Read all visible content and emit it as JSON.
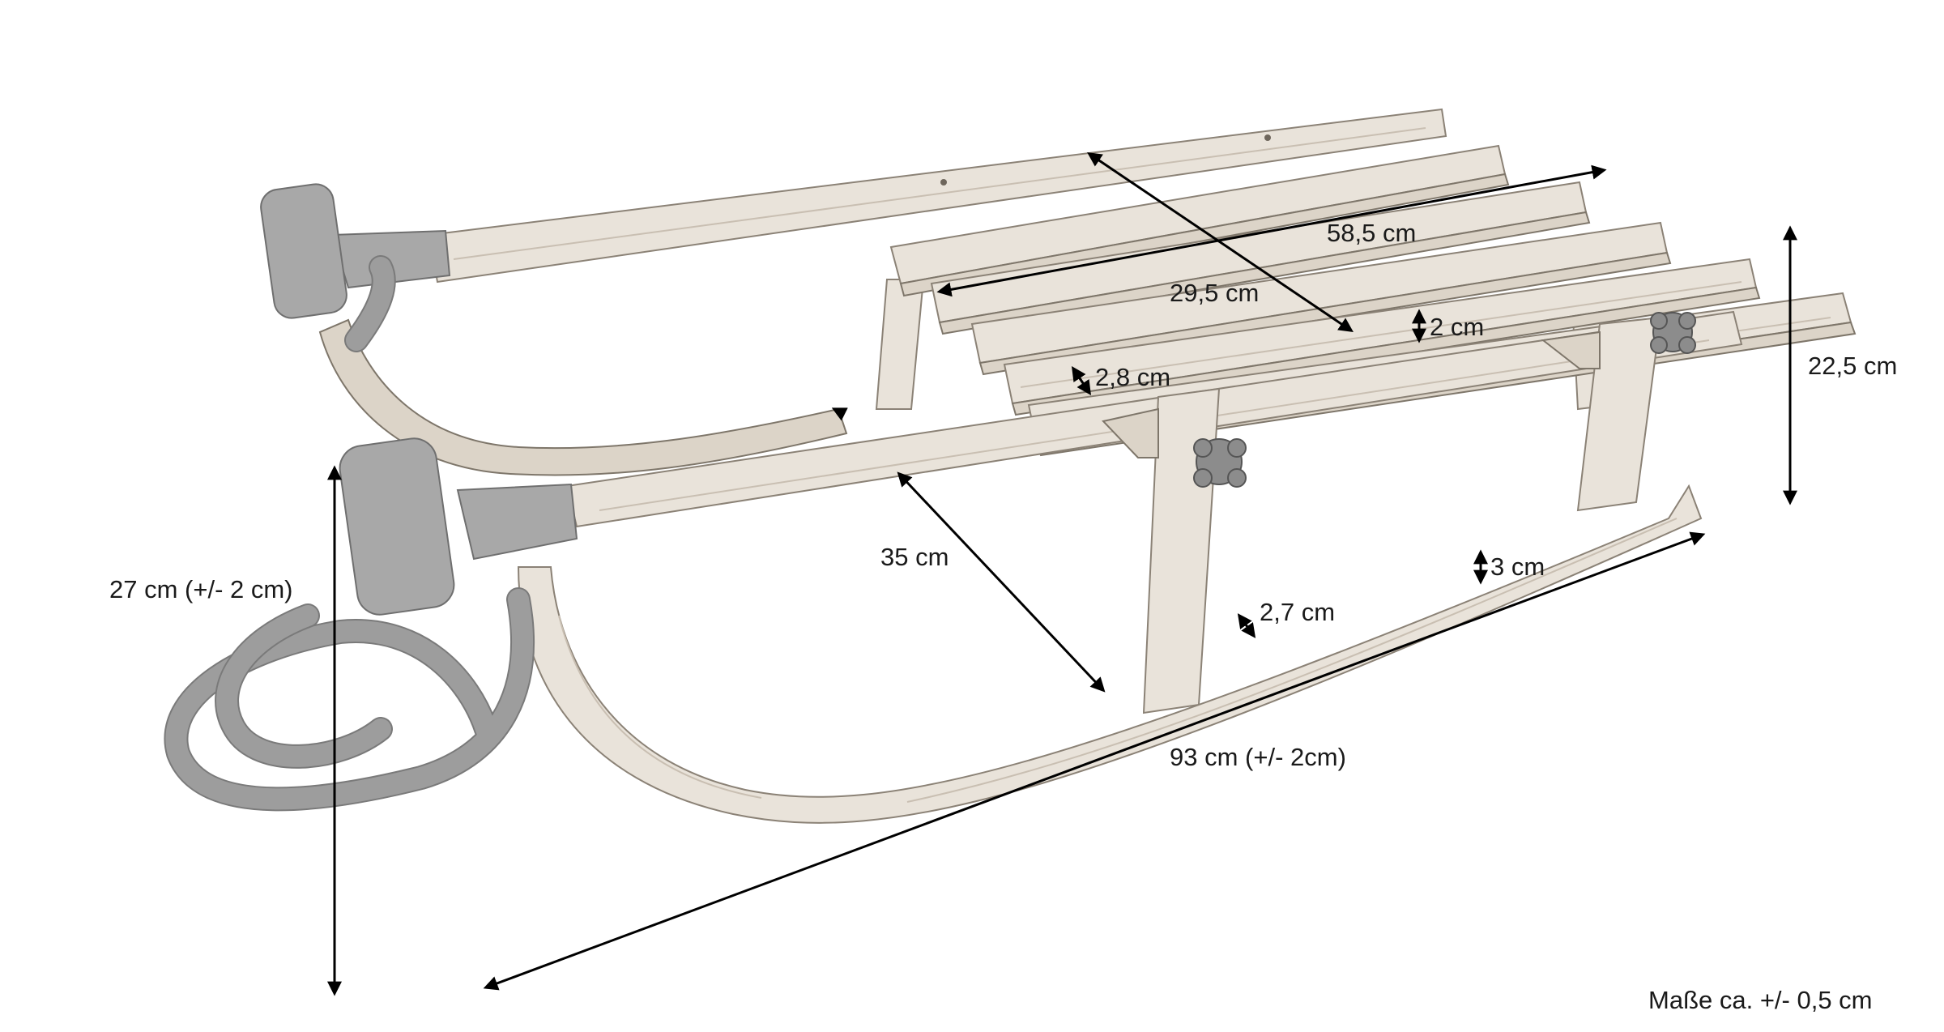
{
  "image": {
    "subject": "wooden sled dimension drawing"
  },
  "labels": {
    "diag_top": "58,5 cm",
    "width_top": "29,5 cm",
    "slat_thick": "2 cm",
    "slat_width": "2,8 cm",
    "height": "22,5 cm",
    "front_height": "27 cm (+/- 2 cm)",
    "depth": "35 cm",
    "runner_height": "3 cm",
    "runner_width": "2,7 cm",
    "length": "93 cm (+/- 2cm)",
    "tolerance_note": "Maße ca. +/- 0,5 cm"
  },
  "colors": {
    "wood": "#e9e3da",
    "plastic": "#a8a8a8",
    "line": "#000000"
  }
}
